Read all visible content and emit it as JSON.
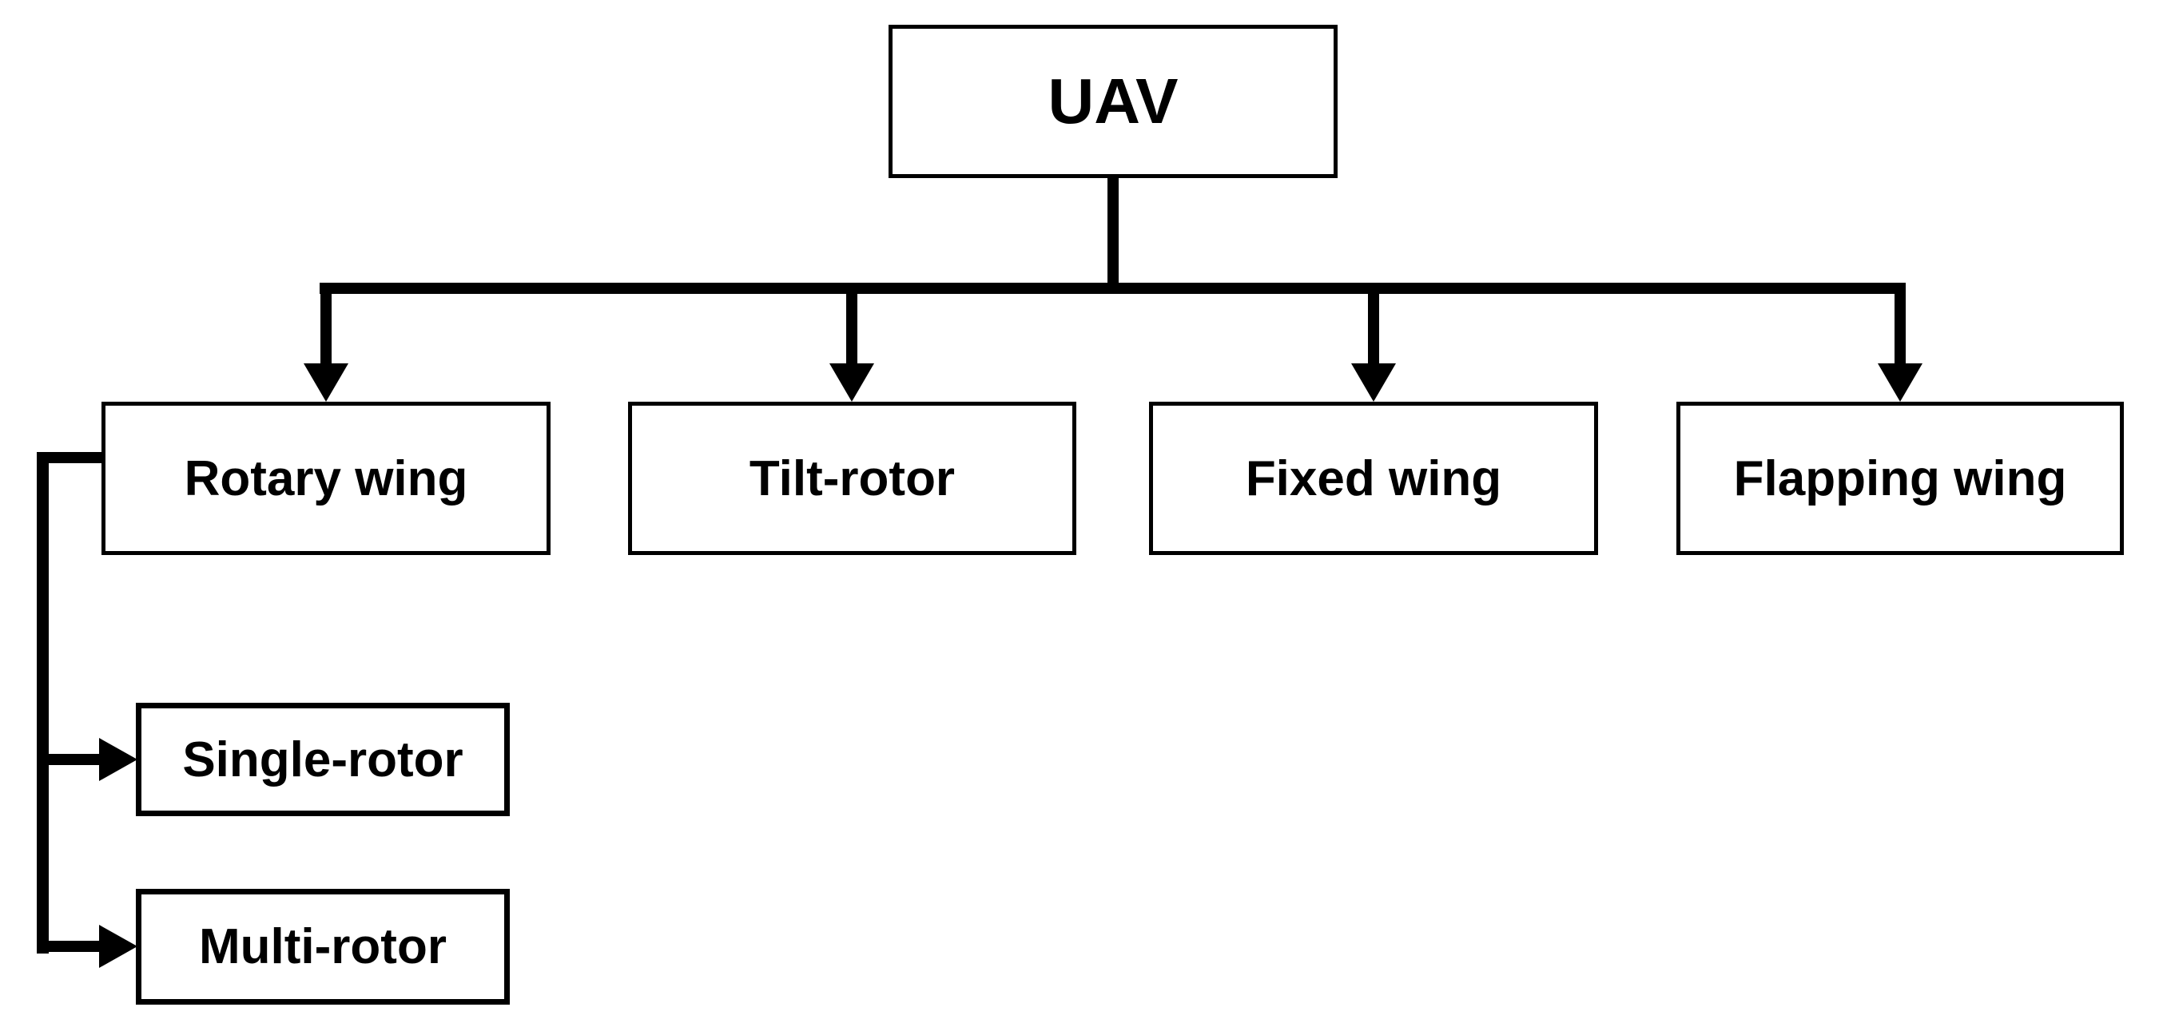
{
  "diagram": {
    "type": "tree",
    "background_color": "#ffffff",
    "line_color": "#000000",
    "box_fill_color": "#ffffff",
    "box_border_color": "#000000",
    "text_color": "#000000",
    "root": {
      "label": "UAV"
    },
    "level1": [
      {
        "label": "Rotary wing"
      },
      {
        "label": "Tilt-rotor"
      },
      {
        "label": "Fixed wing"
      },
      {
        "label": "Flapping wing"
      }
    ],
    "rotary_subtypes": [
      {
        "label": "Single-rotor"
      },
      {
        "label": "Multi-rotor"
      }
    ]
  }
}
